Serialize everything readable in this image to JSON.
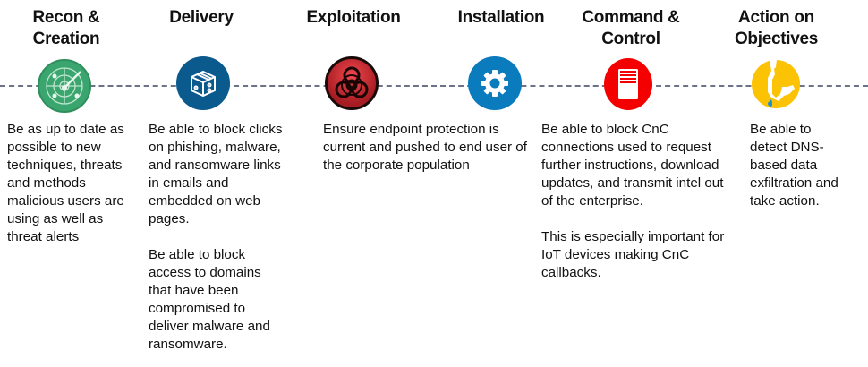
{
  "stages": [
    {
      "title": "Recon &\nCreation",
      "icon": "radar-icon",
      "color": "#3aa56e",
      "paragraphs": [
        "Be as up to date as possible to new techniques, threats and methods malicious users are using as well as threat alerts"
      ]
    },
    {
      "title": "Delivery",
      "icon": "package-icon",
      "color": "#0b5a8e",
      "paragraphs": [
        "Be able to block clicks on phishing, malware, and ransomware links in emails and embedded on web pages.",
        "Be able to block access to domains that have been compromised to deliver malware and ransomware."
      ]
    },
    {
      "title": "Exploitation",
      "icon": "biohazard-icon",
      "color": "#c8282e",
      "paragraphs": [
        "Ensure endpoint protection is current and pushed to end user of the corporate population"
      ]
    },
    {
      "title": "Installation",
      "icon": "gear-icon",
      "color": "#0a7bbd",
      "paragraphs": []
    },
    {
      "title": "Command &\nControl",
      "icon": "server-icon",
      "color": "#f40000",
      "paragraphs": [
        "Be able to block CnC connections used to request further instructions, download updates, and transmit intel out of the enterprise.",
        "This is especially important for IoT devices making CnC callbacks."
      ]
    },
    {
      "title": "Action on\nObjectives",
      "icon": "data-leak-icon",
      "color": "#fcc204",
      "paragraphs": [
        "Be able to detect DNS-based data exfiltration and take action."
      ]
    }
  ]
}
